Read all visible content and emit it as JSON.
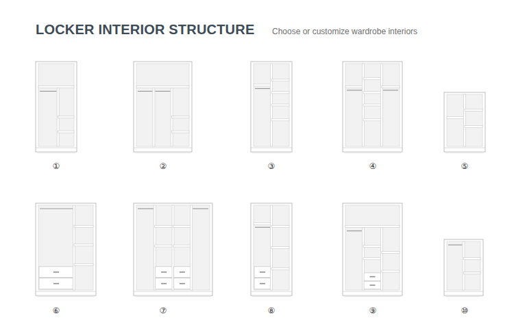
{
  "diagram": {
    "title": "LOCKER INTERIOR STRUCTURE",
    "labels": [
      "Choose or customize wardrobe interiors",
      "①",
      "②",
      "③",
      "④",
      "⑤",
      "⑥",
      "⑦",
      "⑧",
      "⑨",
      "⑩"
    ]
  }
}
